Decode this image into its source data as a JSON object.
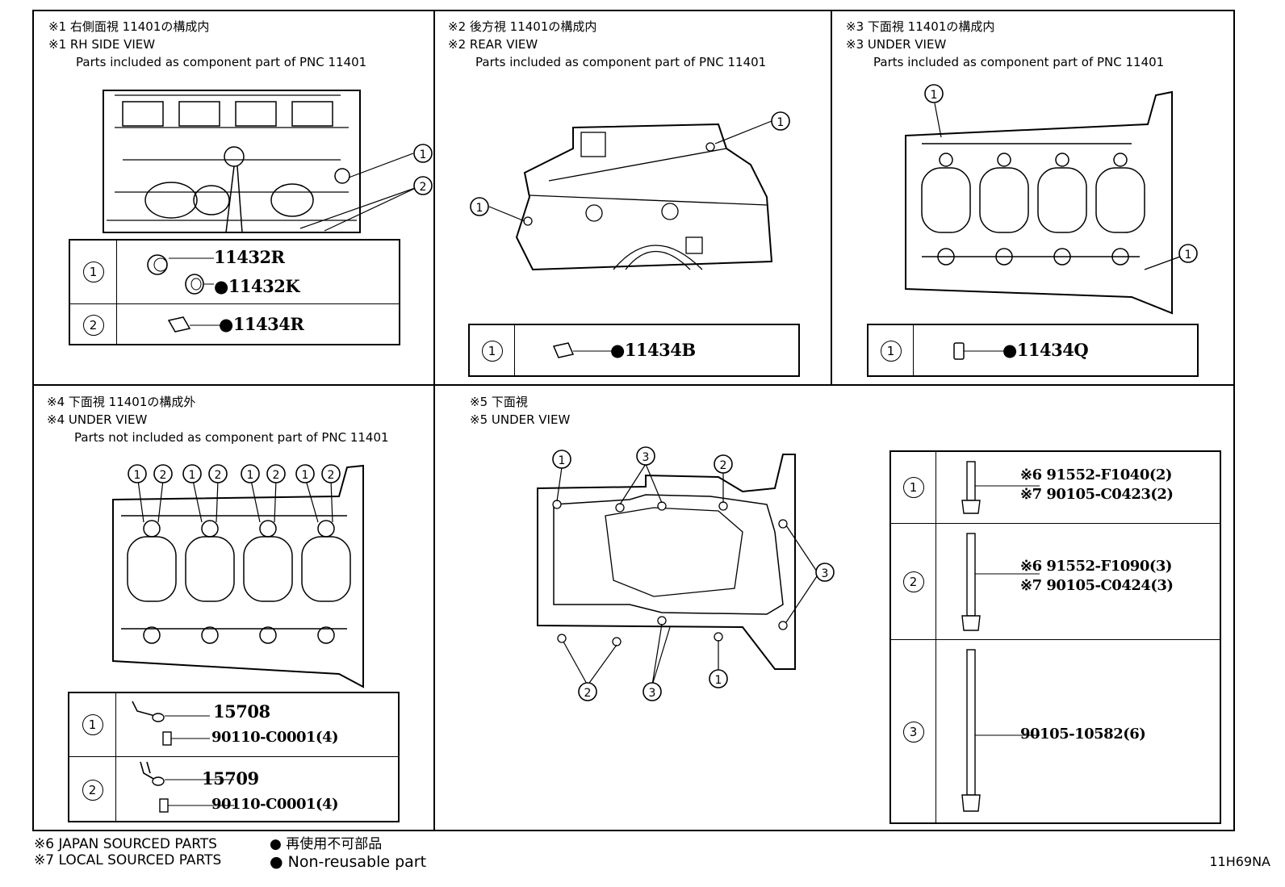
{
  "panels": {
    "p1": {
      "jp": "※1 右側面視 11401の構成内",
      "en": "※1 RH SIDE VIEW",
      "sub": "Parts included as component part of PNC 11401",
      "rows": [
        {
          "num": "1",
          "parts": [
            "11432R",
            "●11432K"
          ]
        },
        {
          "num": "2",
          "parts": [
            "●11434R"
          ]
        }
      ],
      "callouts": [
        "1",
        "2"
      ]
    },
    "p2": {
      "jp": "※2 後方視 11401の構成内",
      "en": "※2 REAR VIEW",
      "sub": "Parts included as component part of PNC 11401",
      "rows": [
        {
          "num": "1",
          "parts": [
            "●11434B"
          ]
        }
      ],
      "callouts": [
        "1",
        "1"
      ]
    },
    "p3": {
      "jp": "※3 下面視 11401の構成内",
      "en": "※3 UNDER VIEW",
      "sub": "Parts included as component part of PNC 11401",
      "rows": [
        {
          "num": "1",
          "parts": [
            "●11434Q"
          ]
        }
      ],
      "callouts": [
        "1",
        "1"
      ]
    },
    "p4": {
      "jp": "※4 下面視 11401の構成外",
      "en": "※4 UNDER VIEW",
      "sub": "Parts not included as component part of PNC 11401",
      "rows": [
        {
          "num": "1",
          "parts": [
            "15708",
            "90110-C0001(4)"
          ]
        },
        {
          "num": "2",
          "parts": [
            "15709",
            "90110-C0001(4)"
          ]
        }
      ],
      "callouts": [
        "1",
        "2",
        "1",
        "2",
        "1",
        "2",
        "1",
        "2"
      ]
    },
    "p5": {
      "jp": "※5 下面視",
      "en": "※5 UNDER VIEW",
      "rows": [
        {
          "num": "1",
          "parts": [
            "※6  91552-F1040(2)",
            "※7  90105-C0423(2)"
          ]
        },
        {
          "num": "2",
          "parts": [
            "※6  91552-F1090(3)",
            "※7  90105-C0424(3)"
          ]
        },
        {
          "num": "3",
          "parts": [
            "90105-10582(6)"
          ]
        }
      ],
      "callouts": [
        "1",
        "3",
        "2",
        "3",
        "2",
        "3",
        "1"
      ]
    }
  },
  "footer": {
    "note6": "※6 JAPAN SOURCED PARTS",
    "note7": "※7 LOCAL SOURCED PARTS",
    "jp": "● 再使用不可部品",
    "en": "● Non-reusable part",
    "code": "11H69NA"
  }
}
